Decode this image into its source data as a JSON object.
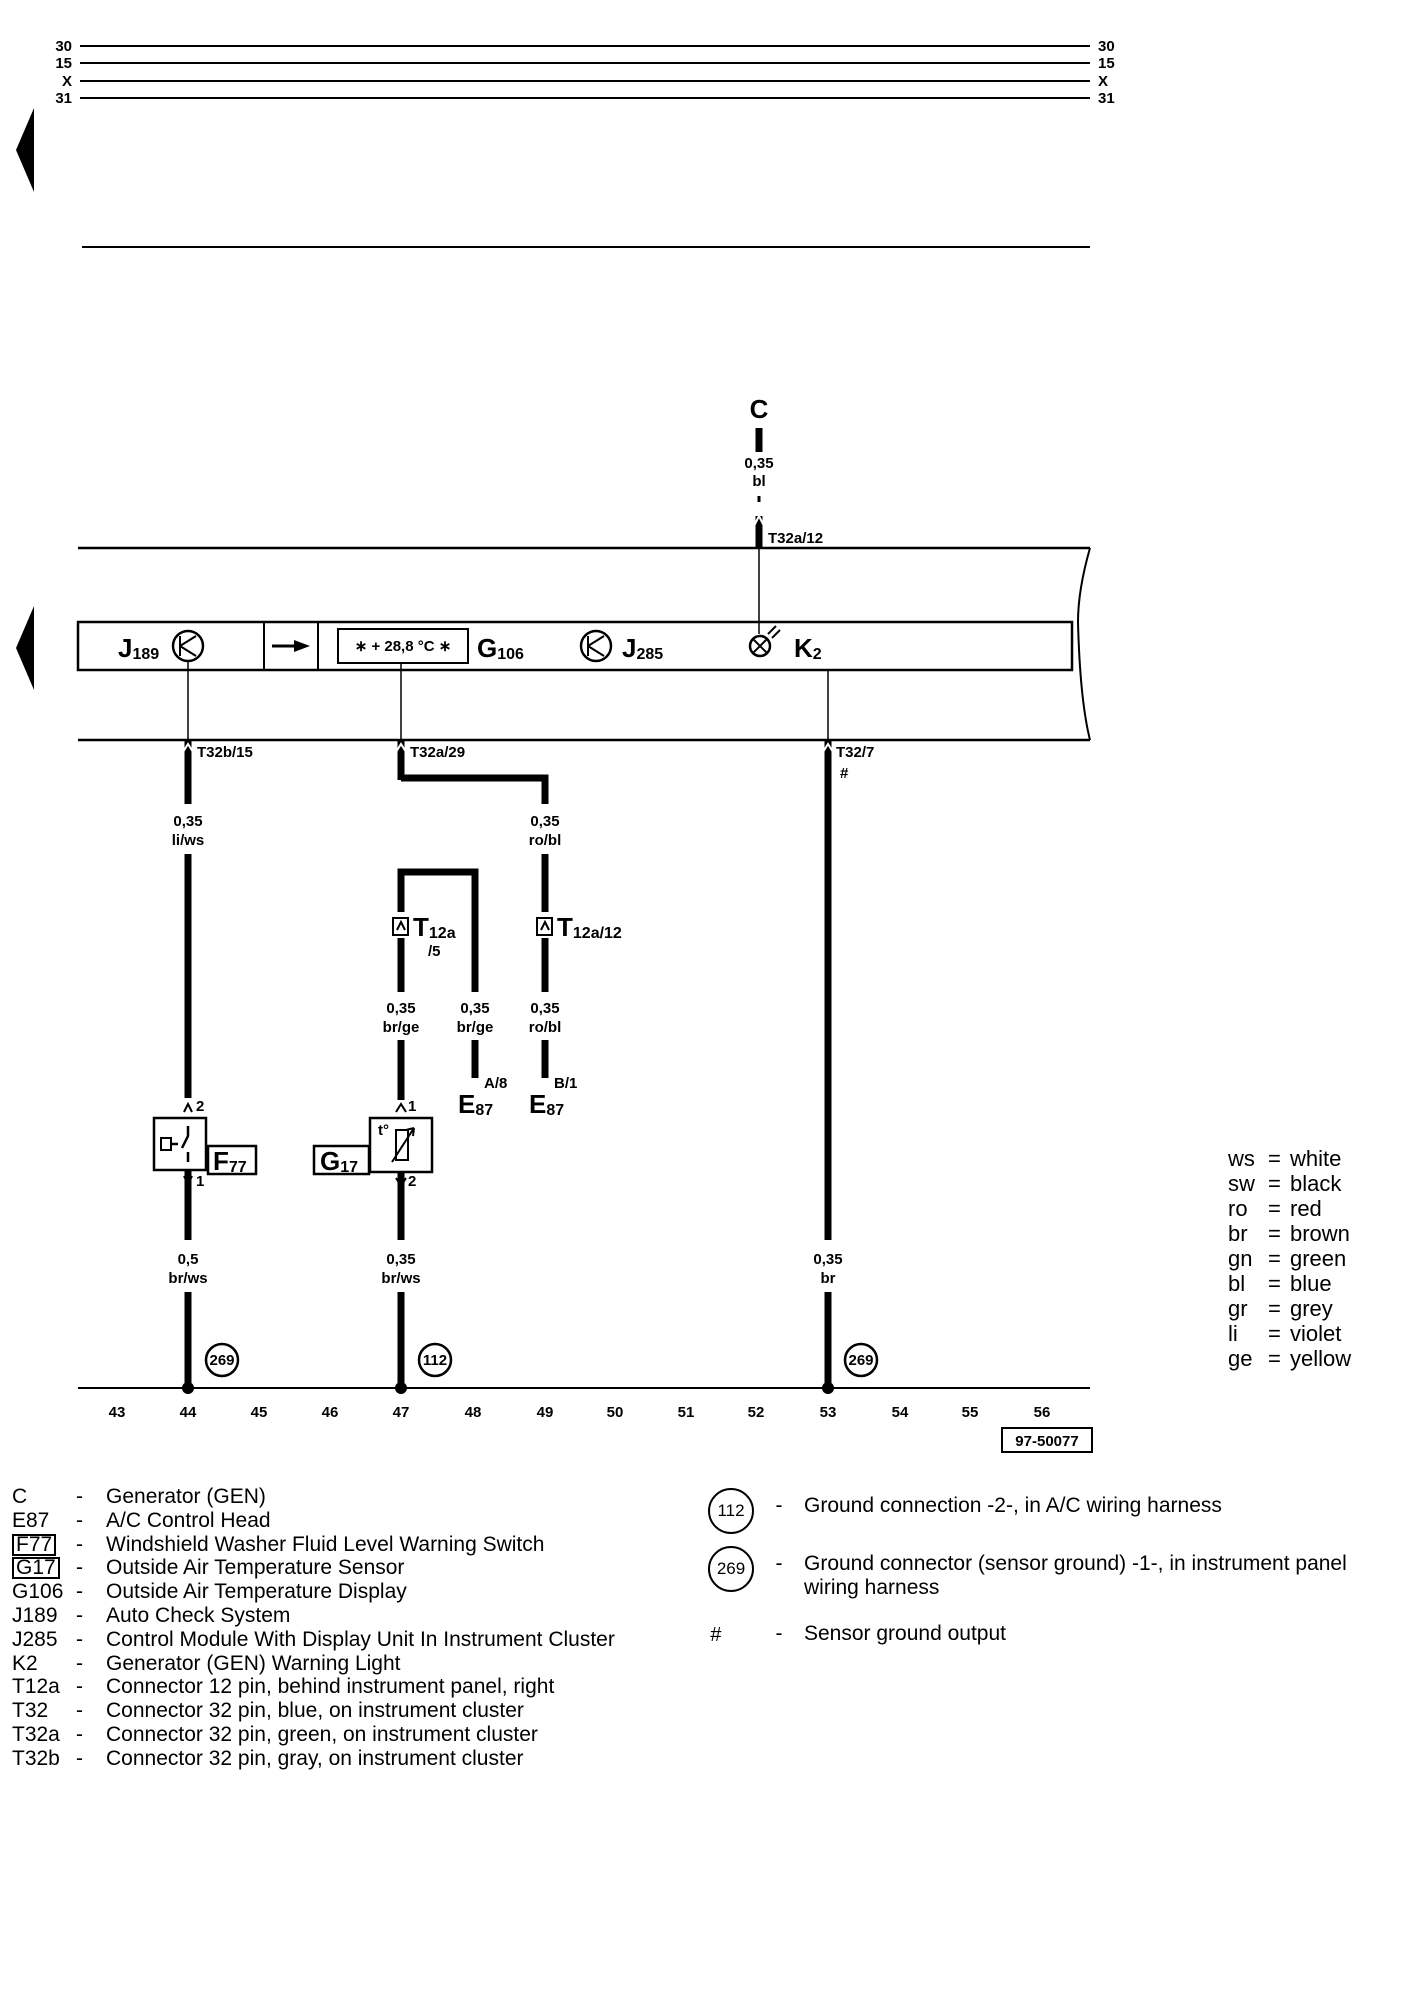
{
  "bus_lines": [
    {
      "left": "30",
      "right": "30"
    },
    {
      "left": "15",
      "right": "15"
    },
    {
      "left": "X",
      "right": "X"
    },
    {
      "left": "31",
      "right": "31"
    }
  ],
  "cluster": {
    "j189": {
      "main": "J",
      "sub": "189"
    },
    "display_reading": "∗ + 28,8 °C ∗",
    "g106": {
      "main": "G",
      "sub": "106"
    },
    "j285": {
      "main": "J",
      "sub": "285"
    },
    "k2": {
      "main": "K",
      "sub": "2"
    }
  },
  "top_feed": {
    "source": "C",
    "gauge": "0,35",
    "color": "bl",
    "connector": "T32a/12"
  },
  "wires": {
    "w44_top_conn": "T32b/15",
    "w44_top_gauge": "0,35",
    "w44_top_color": "li/ws",
    "w47_top_conn": "T32a/29",
    "w49_gauge": "0,35",
    "w49_color": "ro/bl",
    "w53_conn": "T32/7",
    "w53_hash": "#",
    "t12a5_main": "T",
    "t12a5_sub": "12a",
    "t12a5_pin": "/5",
    "t12a12_main": "T",
    "t12a12_sub": "12a/12",
    "w47_mid_gauge": "0,35",
    "w47_mid_color": "br/ge",
    "w48_mid_gauge": "0,35",
    "w48_mid_color": "br/ge",
    "w49_mid_gauge": "0,35",
    "w49_mid_color": "ro/bl",
    "e87a_pin": "A/8",
    "e87b_pin": "B/1",
    "e87a": {
      "main": "E",
      "sub": "87"
    },
    "e87b": {
      "main": "E",
      "sub": "87"
    },
    "f77_pin_top": "2",
    "f77_pin_bot": "1",
    "f77": {
      "main": "F",
      "sub": "77"
    },
    "g17_pin_top": "1",
    "g17_pin_bot": "2",
    "g17": {
      "main": "G",
      "sub": "17"
    },
    "g17_symbol": "t°",
    "w44_bot_gauge": "0,5",
    "w44_bot_color": "br/ws",
    "w47_bot_gauge": "0,35",
    "w47_bot_color": "br/ws",
    "w53_bot_gauge": "0,35",
    "w53_bot_color": "br",
    "gnd44": "269",
    "gnd47": "112",
    "gnd53": "269"
  },
  "column_numbers": [
    "43",
    "44",
    "45",
    "46",
    "47",
    "48",
    "49",
    "50",
    "51",
    "52",
    "53",
    "54",
    "55",
    "56"
  ],
  "reference_number": "97-50077",
  "color_key": [
    {
      "abbr": "ws",
      "name": "white"
    },
    {
      "abbr": "sw",
      "name": "black"
    },
    {
      "abbr": "ro",
      "name": "red"
    },
    {
      "abbr": "br",
      "name": "brown"
    },
    {
      "abbr": "gn",
      "name": "green"
    },
    {
      "abbr": "bl",
      "name": "blue"
    },
    {
      "abbr": "gr",
      "name": "grey"
    },
    {
      "abbr": "li",
      "name": "violet"
    },
    {
      "abbr": "ge",
      "name": "yellow"
    }
  ],
  "component_legend": [
    {
      "code": "C",
      "boxed": false,
      "desc": "Generator (GEN)"
    },
    {
      "code": "E87",
      "boxed": false,
      "desc": "A/C Control Head"
    },
    {
      "code": "F77",
      "boxed": true,
      "desc": "Windshield Washer Fluid Level Warning Switch"
    },
    {
      "code": "G17",
      "boxed": true,
      "desc": "Outside Air Temperature Sensor"
    },
    {
      "code": "G106",
      "boxed": false,
      "desc": "Outside Air Temperature Display"
    },
    {
      "code": "J189",
      "boxed": false,
      "desc": "Auto Check System"
    },
    {
      "code": "J285",
      "boxed": false,
      "desc": "Control Module With Display Unit In Instrument Cluster"
    },
    {
      "code": "K2",
      "boxed": false,
      "desc": "Generator (GEN) Warning Light"
    },
    {
      "code": "T12a",
      "boxed": false,
      "desc": "Connector 12 pin, behind instrument panel, right"
    },
    {
      "code": "T32",
      "boxed": false,
      "desc": "Connector 32 pin, blue, on instrument cluster"
    },
    {
      "code": "T32a",
      "boxed": false,
      "desc": "Connector 32 pin, green, on instrument cluster"
    },
    {
      "code": "T32b",
      "boxed": false,
      "desc": "Connector 32 pin, gray, on instrument cluster"
    }
  ],
  "ground_legend": [
    {
      "symbol": "112",
      "desc": "Ground connection -2-, in A/C wiring harness"
    },
    {
      "symbol": "269",
      "desc": "Ground connector (sensor ground) -1-, in instrument panel wiring harness"
    },
    {
      "symbol": "#",
      "desc": "Sensor ground output"
    }
  ],
  "legend_dash": "-"
}
